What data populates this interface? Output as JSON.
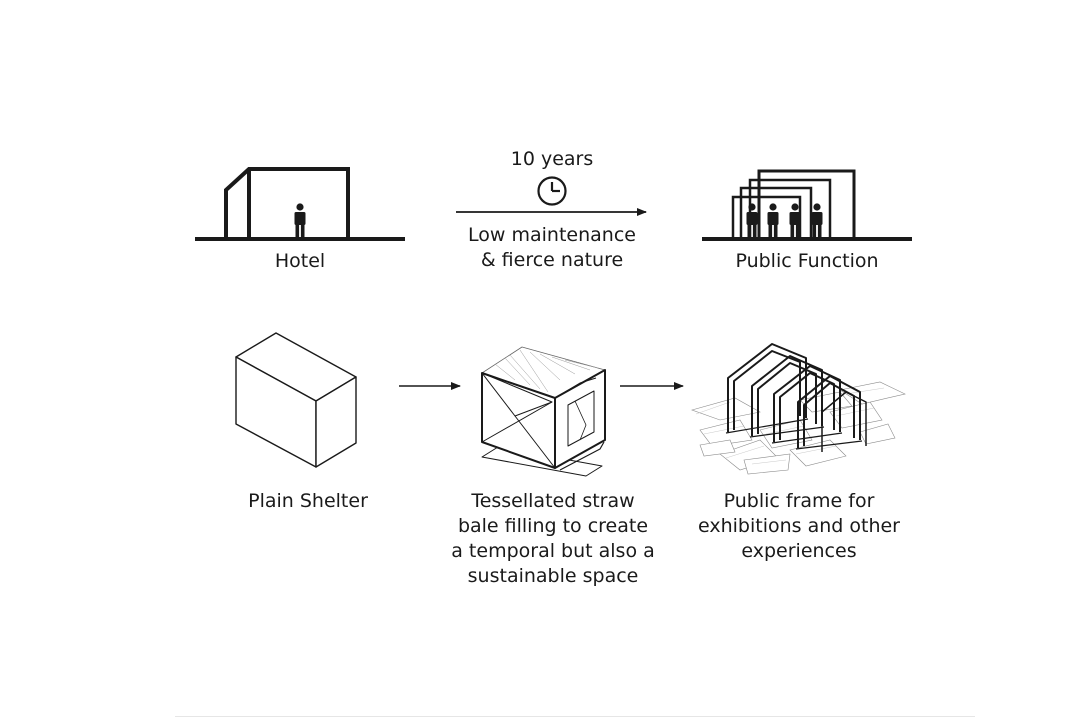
{
  "top_row": {
    "hotel_label": "Hotel",
    "duration_label": "10 years",
    "transition_lines": [
      "Low maintenance",
      "& fierce nature"
    ],
    "public_function_label": "Public Function"
  },
  "bottom_row": {
    "plain_shelter_label": "Plain Shelter",
    "tessellated_lines": [
      "Tessellated straw",
      "bale filling to create",
      "a temporal but also a",
      "sustainable space"
    ],
    "public_frame_lines": [
      "Public frame for",
      "exhibitions and other",
      "experiences"
    ]
  },
  "colors": {
    "ink": "#1a1a1a",
    "background": "#ffffff"
  },
  "icons": [
    "person-icon",
    "clock-icon",
    "arrow-right-icon"
  ]
}
